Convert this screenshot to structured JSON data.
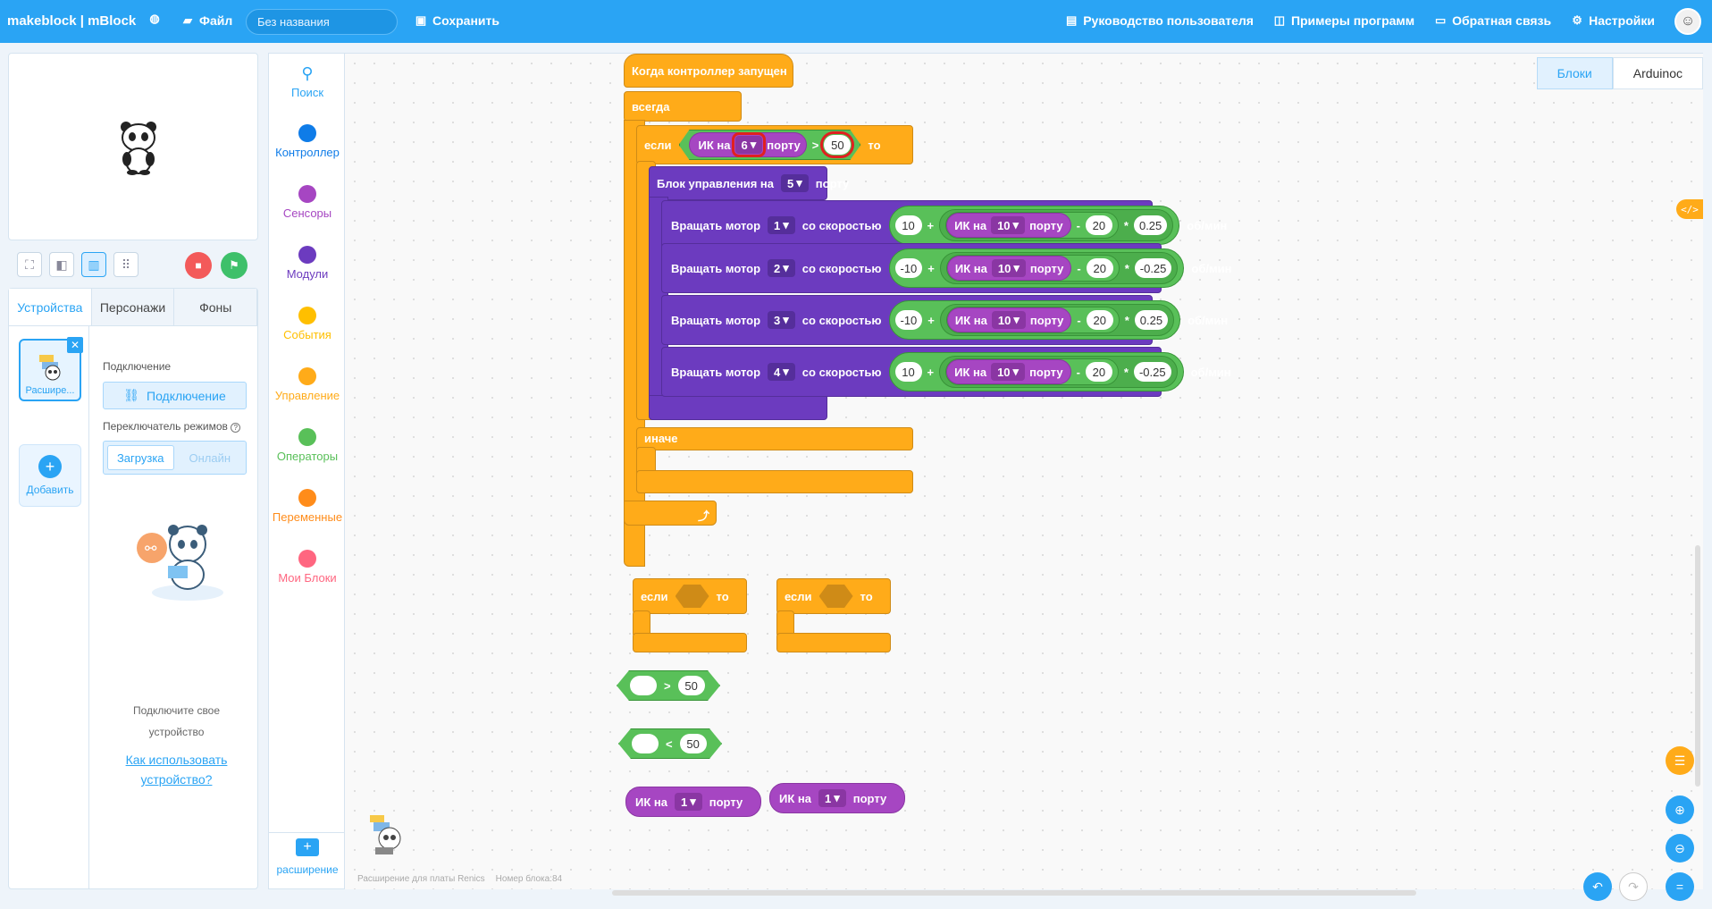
{
  "topbar": {
    "logo": "makeblock | mBlock",
    "file_label": "Файл",
    "project_name": "Без названия",
    "save_label": "Сохранить",
    "menu": [
      {
        "icon": "book-icon",
        "label": "Руководство пользователя"
      },
      {
        "icon": "open-book-icon",
        "label": "Примеры программ"
      },
      {
        "icon": "chat-icon",
        "label": "Обратная связь"
      },
      {
        "icon": "gear-icon",
        "label": "Настройки"
      }
    ]
  },
  "device_panel": {
    "tabs": [
      "Устройства",
      "Персонажи",
      "Фоны"
    ],
    "active_tab": "Устройства",
    "device_card_label": "Расшире...",
    "add_label": "Добавить",
    "connection_title": "Подключение",
    "connect_button": "Подключение",
    "mode_switch_title": "Переключатель режимов",
    "modes": [
      "Загрузка",
      "Онлайн"
    ],
    "active_mode": "Загрузка",
    "hint_line1": "Подключите свое",
    "hint_line2": "устройство",
    "howto_line1": "Как использовать",
    "howto_line2": "устройство?"
  },
  "categories": [
    {
      "label": "Поиск",
      "color": "#2aa4f4"
    },
    {
      "label": "Контроллер",
      "color": "#0f7ce8"
    },
    {
      "label": "Сенсоры",
      "color": "#a646c2"
    },
    {
      "label": "Модули",
      "color": "#6c3bbf"
    },
    {
      "label": "События",
      "color": "#ffbf00"
    },
    {
      "label": "Управление",
      "color": "#ffab19"
    },
    {
      "label": "Операторы",
      "color": "#59c059"
    },
    {
      "label": "Переменные",
      "color": "#ff8c1a"
    },
    {
      "label": "Мои Блоки",
      "color": "#ff6680"
    }
  ],
  "extension_label": "расширение",
  "workspace_tabs": [
    "Блоки",
    "Arduinoc"
  ],
  "active_workspace_tab": "Блоки",
  "script": {
    "hat": "Когда контроллер запущен",
    "forever": "всегда",
    "if_label": "если",
    "then_label": "то",
    "else_label": "иначе",
    "ir_on": "ИК на",
    "port_word": "порту",
    "condition": {
      "port": "6",
      "op": ">",
      "value": "50"
    },
    "ctrl_block": {
      "label": "Блок управления на",
      "port": "5",
      "suffix": "порту"
    },
    "motors": [
      {
        "label": "Вращать мотор",
        "motor": "1",
        "speed_label": "со скоростью",
        "a": "10",
        "ir_port": "10",
        "minus": "20",
        "mult": "0.25",
        "unit": "об/мин"
      },
      {
        "label": "Вращать мотор",
        "motor": "2",
        "speed_label": "со скоростью",
        "a": "-10",
        "ir_port": "10",
        "minus": "20",
        "mult": "-0.25",
        "unit": "об/мин"
      },
      {
        "label": "Вращать мотор",
        "motor": "3",
        "speed_label": "со скоростью",
        "a": "-10",
        "ir_port": "10",
        "minus": "20",
        "mult": "0.25",
        "unit": "об/мин"
      },
      {
        "label": "Вращать мотор",
        "motor": "4",
        "speed_label": "со скоростью",
        "a": "10",
        "ir_port": "10",
        "minus": "20",
        "mult": "-0.25",
        "unit": "об/мин"
      }
    ],
    "loose_if1": {
      "if": "если",
      "then": "то"
    },
    "loose_if2": {
      "if": "если",
      "then": "то"
    },
    "cmp_gt": {
      "op": ">",
      "value": "50"
    },
    "cmp_lt": {
      "op": "<",
      "value": "50"
    },
    "ir1": {
      "label": "ИК на",
      "port": "1",
      "suffix": "порту"
    },
    "ir2": {
      "label": "ИК на",
      "port": "1",
      "suffix": "порту"
    }
  },
  "footer": {
    "ext_info": "Расширение для платы Renics",
    "block_count": "Номер блока:84"
  }
}
